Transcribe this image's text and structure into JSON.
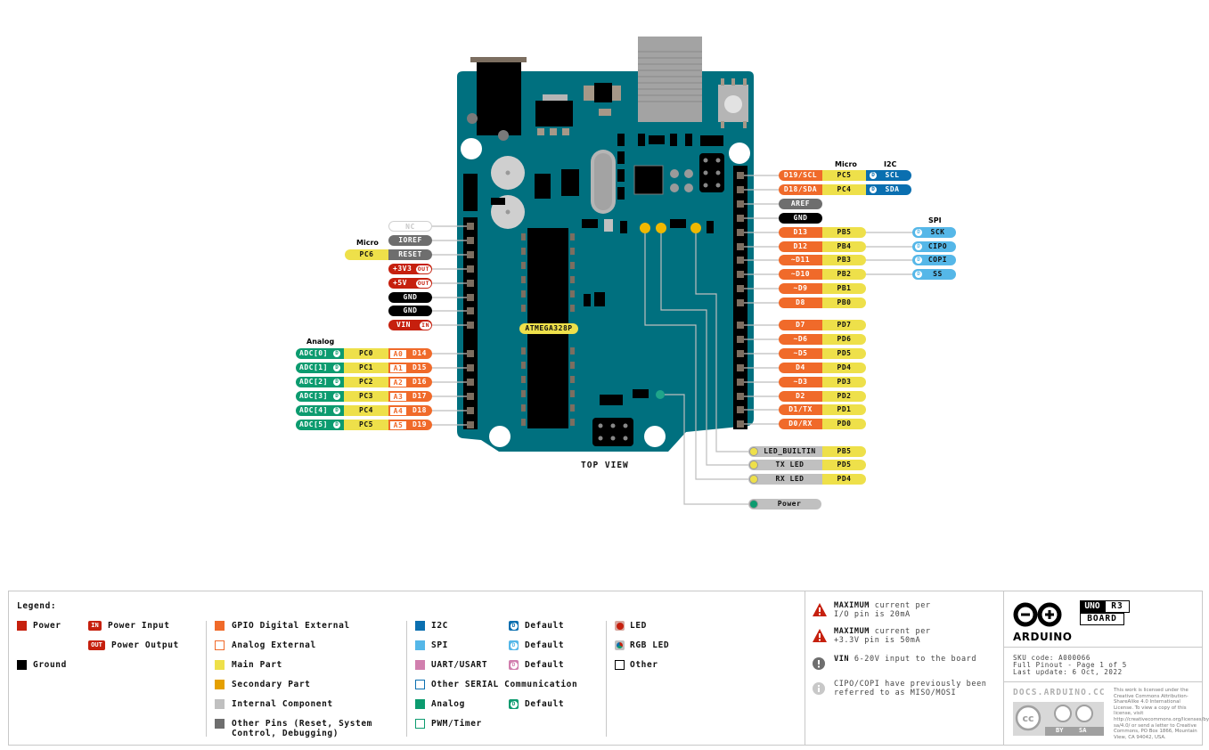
{
  "title": "Arduino UNO R3 Full Pinout",
  "view_label": "TOP VIEW",
  "chip_label": "ATMEGA328P",
  "colors": {
    "board": "#00707F",
    "power": "#C6200E",
    "ground": "#000000",
    "gpio": "#F06A2A",
    "main_part": "#EEE04A",
    "secondary_part": "#E5A000",
    "internal": "#C0C0C0",
    "other_pins": "#6E6E6E",
    "i2c": "#0A6FB0",
    "spi": "#55B7E8",
    "uart": "#D17FAE",
    "analog": "#0C9B6F",
    "led": "#F0B800"
  },
  "left_header": {
    "micro_label": "Micro",
    "pins": [
      {
        "name": "NC",
        "type": "nc"
      },
      {
        "name": "IOREF",
        "type": "other"
      },
      {
        "name": "RESET",
        "type": "other",
        "micro": "PC6"
      },
      {
        "name": "+3V3",
        "type": "power",
        "badge": "OUT"
      },
      {
        "name": "+5V",
        "type": "power",
        "badge": "OUT"
      },
      {
        "name": "GND",
        "type": "ground"
      },
      {
        "name": "GND",
        "type": "ground"
      },
      {
        "name": "VIN",
        "type": "power",
        "badge": "IN"
      }
    ]
  },
  "analog_header": {
    "group_label": "Analog",
    "pins": [
      {
        "adc": "ADC[0]",
        "port": "PC0",
        "analog": "A0",
        "digital": "D14"
      },
      {
        "adc": "ADC[1]",
        "port": "PC1",
        "analog": "A1",
        "digital": "D15"
      },
      {
        "adc": "ADC[2]",
        "port": "PC2",
        "analog": "A2",
        "digital": "D16"
      },
      {
        "adc": "ADC[3]",
        "port": "PC3",
        "analog": "A3",
        "digital": "D17"
      },
      {
        "adc": "ADC[4]",
        "port": "PC4",
        "analog": "A4",
        "digital": "D18"
      },
      {
        "adc": "ADC[5]",
        "port": "PC5",
        "analog": "A5",
        "digital": "D19"
      }
    ]
  },
  "right_header": {
    "micro_label": "Micro",
    "i2c_label": "I2C",
    "spi_label": "SPI",
    "pins": [
      {
        "name": "D19/SCL",
        "type": "gpio",
        "port": "PC5",
        "i2c": "SCL"
      },
      {
        "name": "D18/SDA",
        "type": "gpio",
        "port": "PC4",
        "i2c": "SDA"
      },
      {
        "name": "AREF",
        "type": "other"
      },
      {
        "name": "GND",
        "type": "ground"
      },
      {
        "name": "D13",
        "type": "gpio",
        "port": "PB5",
        "spi": "SCK"
      },
      {
        "name": "D12",
        "type": "gpio",
        "port": "PB4",
        "spi": "CIPO"
      },
      {
        "name": "~D11",
        "type": "gpio",
        "port": "PB3",
        "spi": "COPI"
      },
      {
        "name": "~D10",
        "type": "gpio",
        "port": "PB2",
        "spi": "SS"
      },
      {
        "name": "~D9",
        "type": "gpio",
        "port": "PB1"
      },
      {
        "name": "D8",
        "type": "gpio",
        "port": "PB0"
      }
    ]
  },
  "right_header2": {
    "pins": [
      {
        "name": "D7",
        "port": "PD7"
      },
      {
        "name": "~D6",
        "port": "PD6"
      },
      {
        "name": "~D5",
        "port": "PD5"
      },
      {
        "name": "D4",
        "port": "PD4"
      },
      {
        "name": "~D3",
        "port": "PD3"
      },
      {
        "name": "D2",
        "port": "PD2"
      },
      {
        "name": "D1/TX",
        "port": "PD1"
      },
      {
        "name": "D0/RX",
        "port": "PD0"
      }
    ]
  },
  "leds": [
    {
      "name": "LED_BUILTIN",
      "port": "PB5"
    },
    {
      "name": "TX LED",
      "port": "PD5"
    },
    {
      "name": "RX LED",
      "port": "PD4"
    },
    {
      "name": "Power",
      "port": ""
    }
  ],
  "legend": {
    "title": "Legend:",
    "col1": [
      {
        "label": "Power",
        "color": "#C6200E"
      },
      {
        "label": "Ground",
        "color": "#000000"
      }
    ],
    "col1b": [
      {
        "label": "Power Input",
        "badge": "IN"
      },
      {
        "label": "Power Output",
        "badge": "OUT"
      }
    ],
    "col2": [
      {
        "label": "GPIO Digital External",
        "color": "#F06A2A",
        "style": "fill"
      },
      {
        "label": "Analog External",
        "color": "#F06A2A",
        "style": "outline"
      },
      {
        "label": "Main Part",
        "color": "#EEE04A",
        "style": "fill"
      },
      {
        "label": "Secondary Part",
        "color": "#E5A000",
        "style": "fill"
      },
      {
        "label": "Internal Component",
        "color": "#C0C0C0",
        "style": "fill"
      },
      {
        "label": "Other Pins (Reset, System Control, Debugging)",
        "color": "#6E6E6E",
        "style": "fill"
      }
    ],
    "col3": [
      {
        "label": "I2C",
        "color": "#0A6FB0",
        "style": "fill",
        "default": "Default"
      },
      {
        "label": "SPI",
        "color": "#55B7E8",
        "style": "fill",
        "default": "Default"
      },
      {
        "label": "UART/USART",
        "color": "#D17FAE",
        "style": "fill",
        "default": "Default"
      },
      {
        "label": "Other SERIAL Communication",
        "color": "#0A6FB0",
        "style": "outline"
      },
      {
        "label": "Analog",
        "color": "#0C9B6F",
        "style": "fill",
        "default": "Default"
      },
      {
        "label": "PWM/Timer",
        "color": "#0C9B6F",
        "style": "outline"
      }
    ],
    "col4": [
      {
        "label": "LED"
      },
      {
        "label": "RGB LED"
      },
      {
        "label": "Other"
      }
    ]
  },
  "notes": [
    {
      "icon": "warning",
      "bold": "MAXIMUM",
      "text": " current per\nI/O pin is 20mA"
    },
    {
      "icon": "warning",
      "bold": "MAXIMUM",
      "text": " current per\n+3.3V pin is 50mA"
    },
    {
      "icon": "exclamation",
      "bold": "VIN",
      "text": " 6-20V input to the board"
    },
    {
      "icon": "info",
      "bold": "",
      "text": "CIPO/COPI have previously been\nreferred to as MISO/MOSI"
    }
  ],
  "branding": {
    "brand": "ARDUINO",
    "model": "UNO",
    "revision": "R3",
    "kind": "BOARD",
    "sku": "SKU code: A000066",
    "page": "Full Pinout - Page 1 of 5",
    "updated": "Last update: 6 Oct, 2022",
    "docs": "DOCS.ARDUINO.CC",
    "license": "This work is licensed under the Creative Commons Attribution-ShareAlike 4.0 International License. To view a copy of this license, visit http://creativecommons.org/licenses/by-sa/4.0/ or send a letter to Creative Commons, PO Box 1866, Mountain View, CA 94042, USA.",
    "cc_by": "BY",
    "cc_sa": "SA"
  }
}
